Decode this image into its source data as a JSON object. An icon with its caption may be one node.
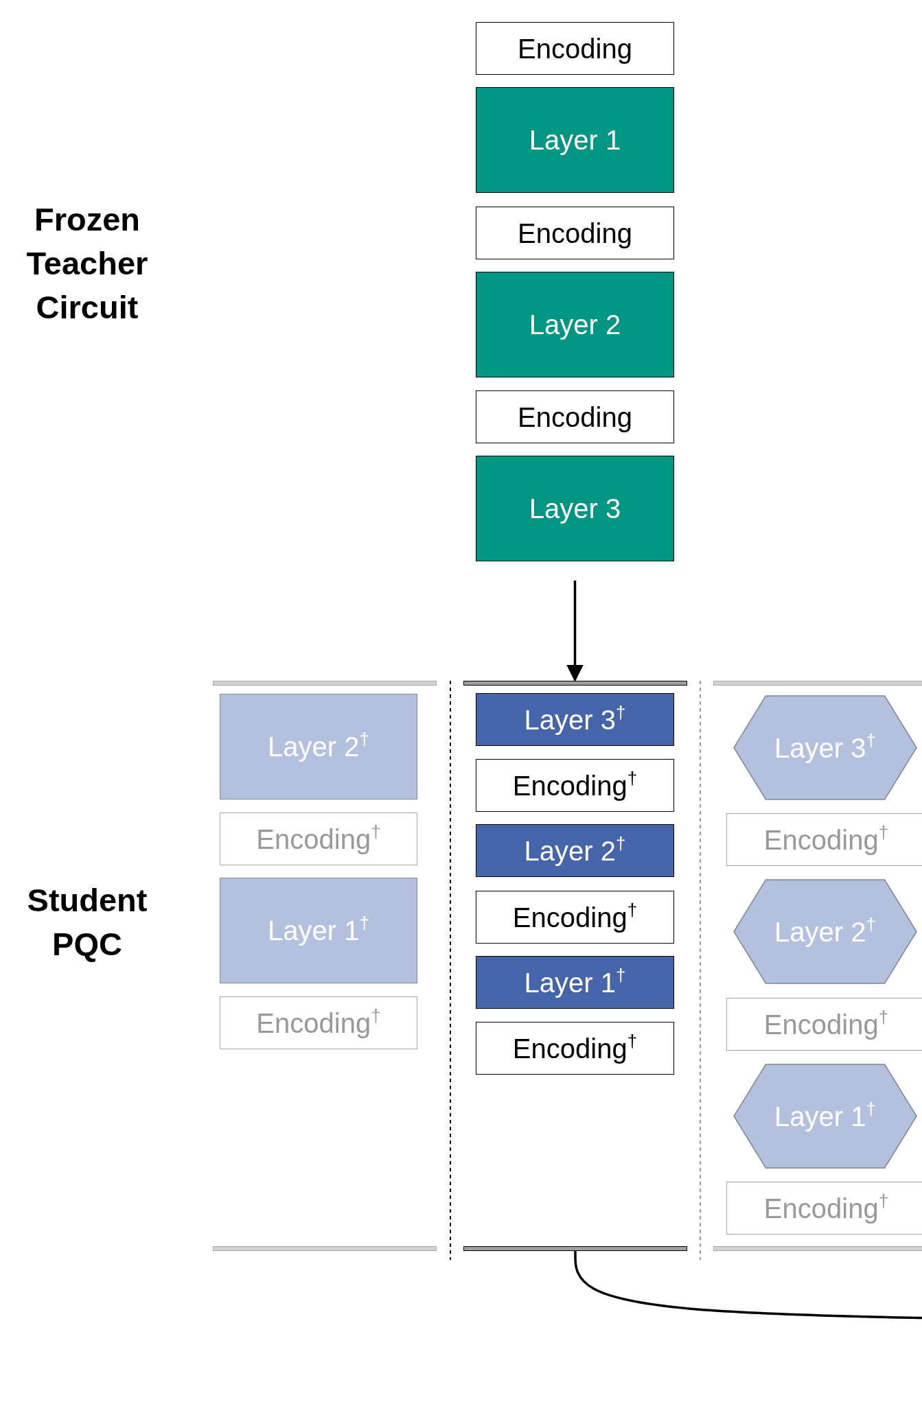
{
  "diagram": {
    "nodes": [
      {
        "text": [
          "Encoding"
        ]
      },
      {
        "text": [
          "Layer 1"
        ]
      },
      {
        "text": [
          "Encoding"
        ]
      },
      {
        "text": [
          "Layer 2"
        ]
      },
      {
        "text": [
          "Encoding"
        ]
      },
      {
        "text": [
          "Layer 3"
        ]
      },
      {
        "text": [],
        "shape": "bar"
      },
      {
        "text": [],
        "shape": "bar"
      },
      {
        "text": [],
        "shape": "bar"
      },
      {
        "text": [
          "Layer 2$^{†}$"
        ]
      },
      {
        "text": [
          "Encoding$^{†}$"
        ]
      },
      {
        "text": [
          "Layer 1$^{†}$"
        ]
      },
      {
        "text": [
          "Encoding$^{†}$"
        ]
      },
      {
        "text": [
          "Layer 3$^{†}$"
        ]
      },
      {
        "text": [
          "Encoding$^{†}$"
        ]
      },
      {
        "text": [
          "Layer 2$^{†}$"
        ]
      },
      {
        "text": [
          "Encoding$^{†}$"
        ]
      },
      {
        "text": [
          "Layer 1$^{†}$"
        ]
      },
      {
        "text": [
          "Encoding$^{†}$"
        ]
      },
      {
        "text": [
          "Layer 3$^{†}$"
        ]
      },
      {
        "text": [
          "Encoding$^{†}$"
        ]
      },
      {
        "text": [
          "Layer 2$^{†}$"
        ]
      },
      {
        "text": [
          "Encoding$^{†}$"
        ]
      },
      {
        "text": [
          "Layer 1$^{†}$"
        ]
      },
      {
        "text": [
          "Encoding$^{†}$"
        ]
      },
      {
        "text": [],
        "shape": "bar"
      },
      {
        "text": [],
        "shape": "bar"
      },
      {
        "text": [],
        "shape": "bar"
      }
    ],
    "edges": [
      {
        "from": 5,
        "to": 7,
        "arrow": "to"
      },
      {
        "from": 26,
        "to": null,
        "arrow": "none"
      }
    ],
    "labels": [
      "Frozen Teacher Circuit",
      "Student PQC"
    ]
  }
}
